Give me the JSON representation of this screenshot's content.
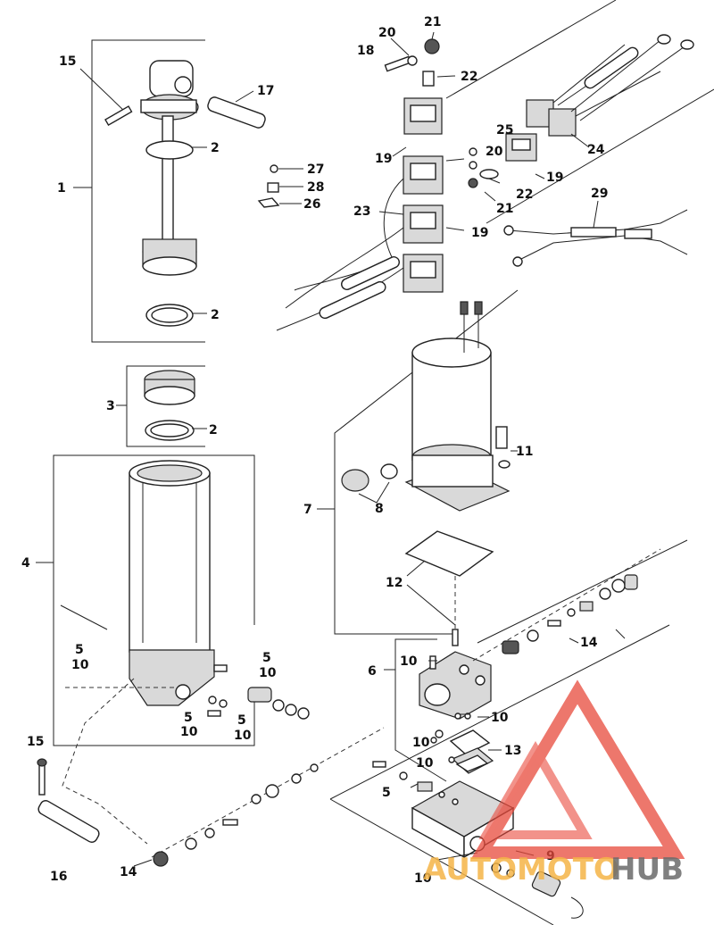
{
  "diagram": {
    "labels": {
      "l1": "1",
      "l2a": "2",
      "l2b": "2",
      "l2c": "2",
      "l3": "3",
      "l4": "4",
      "l5a": "5",
      "l10a": "10",
      "l5b": "5",
      "l10b": "10",
      "l5c": "5",
      "l10c": "10",
      "l5d": "5",
      "l10d": "10",
      "l5e": "5",
      "l6": "6",
      "l7": "7",
      "l8": "8",
      "l9": "9",
      "l10e": "10",
      "l10f": "10",
      "l10g": "10",
      "l10h": "10",
      "l10i": "10",
      "l11": "11",
      "l12": "12",
      "l13": "13",
      "l14a": "14",
      "l14b": "14",
      "l15a": "15",
      "l15b": "15",
      "l16": "16",
      "l17": "17",
      "l18": "18",
      "l19a": "19",
      "l19b": "19",
      "l19c": "19",
      "l20a": "20",
      "l20b": "20",
      "l21a": "21",
      "l21b": "21",
      "l22a": "22",
      "l22b": "22",
      "l23": "23",
      "l24": "24",
      "l25": "25",
      "l26": "26",
      "l27": "27",
      "l28": "28",
      "l29": "29"
    },
    "watermark": {
      "part1": "AUTOMOTO",
      "part2": "HUB",
      "color1": "#f5b547",
      "color2": "#6b6b6b",
      "logo_color": "#e84a3c"
    }
  }
}
